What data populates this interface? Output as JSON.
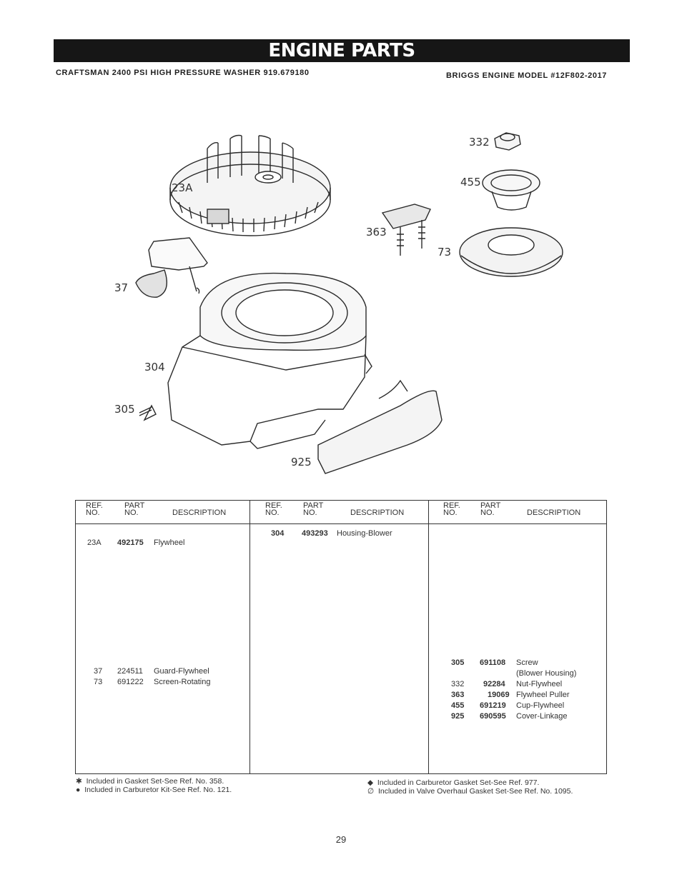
{
  "header": {
    "title": "ENGINE PARTS",
    "subtitle_left": "CRAFTSMAN 2400 PSI HIGH PRESSURE WASHER 919.679180",
    "subtitle_right": "BRIGGS ENGINE MODEL #12F802-2017"
  },
  "callouts": {
    "c23a": "23A",
    "c37": "37",
    "c304": "304",
    "c305": "305",
    "c925": "925",
    "c363": "363",
    "c332": "332",
    "c455": "455",
    "c73": "73"
  },
  "table": {
    "headers": {
      "ref_line1": "REF.",
      "ref_line2": "NO.",
      "part_line1": "PART",
      "part_line2": "NO.",
      "description": "DESCRIPTION"
    },
    "col1": [
      {
        "ref": "23A",
        "part": "492175",
        "desc": "Flywheel"
      },
      {
        "ref": "37",
        "part": "224511",
        "desc": "Guard-Flywheel"
      },
      {
        "ref": "73",
        "part": "691222",
        "desc": "Screen-Rotating"
      }
    ],
    "col2": [
      {
        "ref": "304",
        "part": "493293",
        "desc": "Housing-Blower"
      }
    ],
    "col3": [
      {
        "ref": "305",
        "part": "691108",
        "desc": "Screw",
        "desc2": "(Blower Housing)"
      },
      {
        "ref": "332",
        "part": "92284",
        "desc": "Nut-Flywheel"
      },
      {
        "ref": "363",
        "part": "19069",
        "desc": "Flywheel Puller"
      },
      {
        "ref": "455",
        "part": "691219",
        "desc": "Cup-Flywheel"
      },
      {
        "ref": "925",
        "part": "690595",
        "desc": "Cover-Linkage"
      }
    ]
  },
  "footnotes": {
    "left1": "Included in Gasket Set-See Ref. No. 358.",
    "left2": "Included in Carburetor Kit-See Ref. No. 121.",
    "right1": "Included in Carburetor Gasket Set-See Ref. 977.",
    "right2": "Included in Valve Overhaul Gasket Set-See Ref. No. 1095."
  },
  "page_number": "29"
}
